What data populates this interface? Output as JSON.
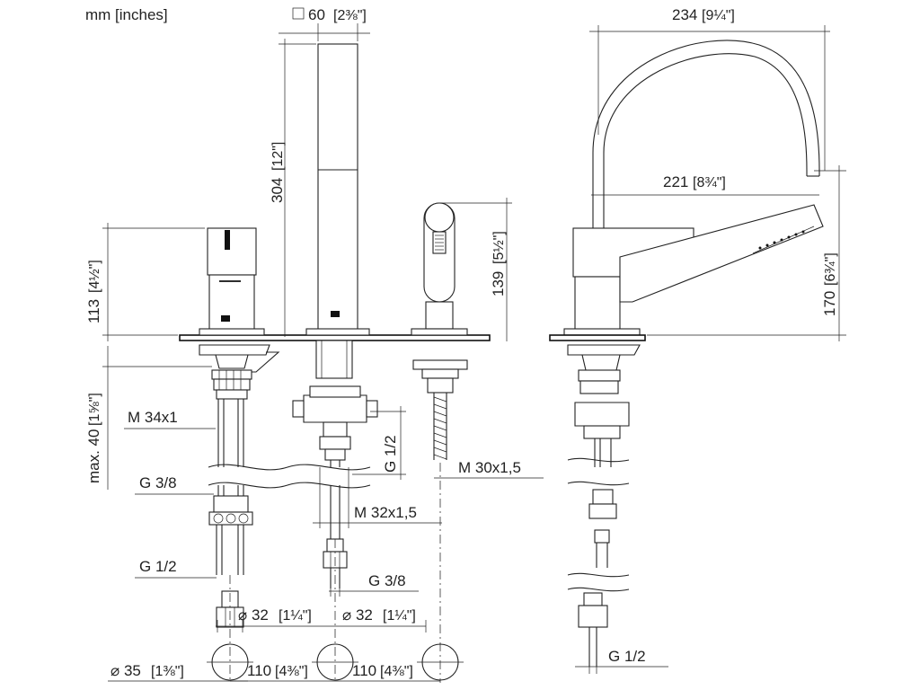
{
  "units_note": "mm [inches]",
  "dimensions": {
    "square_60": "60",
    "square_60_in": "[2⅜\"]",
    "height_304": "304",
    "height_304_in": "[12\"]",
    "height_113": "113",
    "height_113_in": "[4½\"]",
    "height_139": "139",
    "height_139_in": "[5½\"]",
    "max_40": "max. 40",
    "max_40_in": "[1⅝\"]",
    "width_234": "234",
    "width_234_in": "[9¼\"]",
    "width_221": "221",
    "width_221_in": "[8¾\"]",
    "height_170": "170",
    "height_170_in": "[6¾\"]",
    "dia_32_a": "⌀ 32",
    "dia_32_a_in": "[1¼\"]",
    "dia_32_b": "⌀ 32",
    "dia_32_b_in": "[1¼\"]",
    "dia_35": "⌀ 35",
    "dia_35_in": "[1⅜\"]",
    "spacing_110_a": "110",
    "spacing_110_a_in": "[4⅜\"]",
    "spacing_110_b": "110",
    "spacing_110_b_in": "[4⅜\"]"
  },
  "threads": {
    "m34": "M 34x1",
    "g38_left": "G 3/8",
    "g12_left": "G 1/2",
    "g12_mid": "G 1/2",
    "m30": "M 30x1,5",
    "m32": "M 32x1,5",
    "g38_mid": "G 3/8",
    "g12_right": "G 1/2"
  }
}
